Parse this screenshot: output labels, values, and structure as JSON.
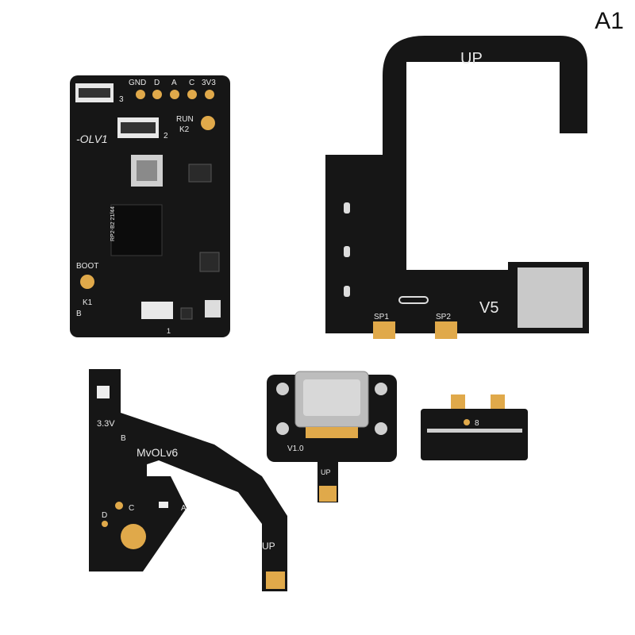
{
  "corner_label": "A1",
  "colors": {
    "pcb": "#161616",
    "gold": "#e0a94a",
    "silver": "#c9c9c9",
    "background": "#ffffff"
  },
  "main_board": {
    "pins": [
      "GND",
      "D",
      "A",
      "C",
      "3V3"
    ],
    "name": "-OLV1",
    "run": "RUN",
    "k2": "K2",
    "boot": "BOOT",
    "k1": "K1",
    "b": "B",
    "n1": "1",
    "n2": "2",
    "n3": "3",
    "chip": "RP2-B2  21/44"
  },
  "flex_cable": {
    "up": "UP",
    "version": "V5",
    "sp1": "SP1",
    "sp2": "SP2"
  },
  "side_flex": {
    "voltage": "3.3V",
    "name": "MvOLv6",
    "b": "B",
    "c": "C",
    "d": "D",
    "a": "A",
    "up": "UP"
  },
  "usb_board": {
    "version": "V1.0",
    "up": "UP"
  },
  "small_board": {
    "mark": "8"
  }
}
